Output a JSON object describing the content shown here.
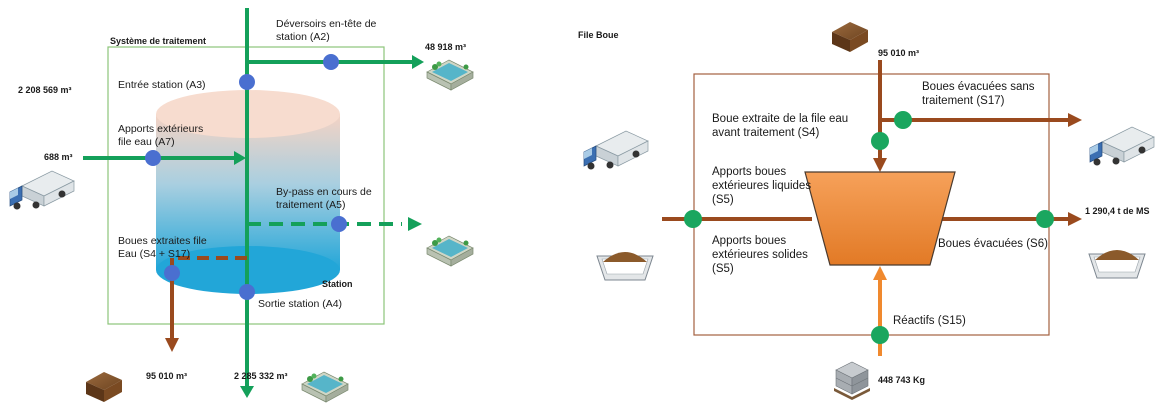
{
  "left_panel": {
    "box_label": "Système de traitement",
    "station_label": "Station",
    "values": {
      "inflow": "2 208 569 m³",
      "external": "688 m³",
      "overflow": "48 918 m³",
      "sludge": "95 010 m³",
      "outlet": "2 285 332 m³"
    },
    "labels": {
      "overflow": "Déversoirs en-tête de station (A2)",
      "entry": "Entrée station (A3)",
      "external": "Apports extérieurs file eau (A7)",
      "bypass": "By-pass en cours de traitement (A5)",
      "sludge_extract": "Boues extraites file Eau (S4 + S17)",
      "exit": "Sortie station (A4)"
    }
  },
  "right_panel": {
    "title": "File Boue",
    "values": {
      "sludge_in": "95 010 m³",
      "output": "1 290,4 t de MS",
      "reagents": "448 743 Kg"
    },
    "labels": {
      "untreated": "Boues évacuées sans traitement (S17)",
      "extracted": "Boue extraite de la file eau avant traitement (S4)",
      "liquid": "Apports boues extérieures liquides (S5)",
      "solid": "Apports boues extérieures solides (S5)",
      "evacuated": "Boues évacuées (S6)",
      "reagents": "Réactifs (S15)"
    }
  },
  "colors": {
    "green_flow": "#14a05a",
    "blue_node": "#4a6fd0",
    "brown_flow": "#9a4a1e",
    "orange_flow": "#f0892e",
    "green_node": "#1aa65f",
    "frame_green": "#8cc47a",
    "frame_brown": "#a36040",
    "hopper": "#f08a3c"
  },
  "icons": [
    "truck-icon",
    "soil-block-icon",
    "basin-icon",
    "skip-bin-icon",
    "pallet-icon"
  ]
}
